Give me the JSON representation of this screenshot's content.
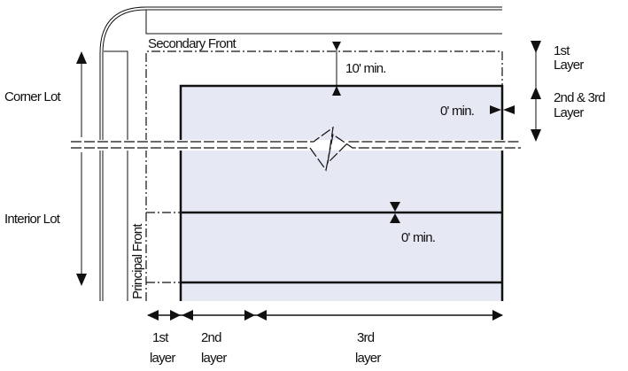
{
  "labels": {
    "secondary_front": "Secondary Front",
    "principal_front": "Principal Front",
    "corner_lot": "Corner Lot",
    "interior_lot": "Interior Lot",
    "ten_min": "10' min.",
    "zero_min_side": "0' min.",
    "zero_min_center": "0' min.",
    "right_layer_1_line1": "1st",
    "right_layer_1_line2": "Layer",
    "right_layer_23_line1": "2nd & 3rd",
    "right_layer_23_line2": "Layer",
    "bottom_layers": [
      {
        "line1": "1st",
        "line2": "layer"
      },
      {
        "line1": "2nd",
        "line2": "layer"
      },
      {
        "line1": "3rd",
        "line2": "layer"
      }
    ]
  },
  "colors": {
    "building_fill": "#e6e8f4",
    "line": "#111111"
  }
}
